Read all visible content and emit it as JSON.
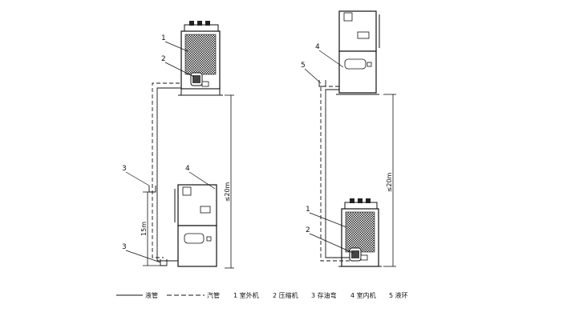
{
  "callouts": {
    "outdoor_unit": "1",
    "compressor": "2",
    "oil_trap": "3",
    "indoor_unit": "4",
    "liquid_loop": "5"
  },
  "dimensions": {
    "left_vertical": "≤20m",
    "left_trap_height": "15m",
    "right_vertical": "≤20m"
  },
  "legend": {
    "liquid_pipe": "液管",
    "gas_pipe": "汽管",
    "item1": "1 室外机",
    "item2": "2 压缩机",
    "item3": "3 存油弯",
    "item4": "4 室内机",
    "item5": "5 液环"
  }
}
